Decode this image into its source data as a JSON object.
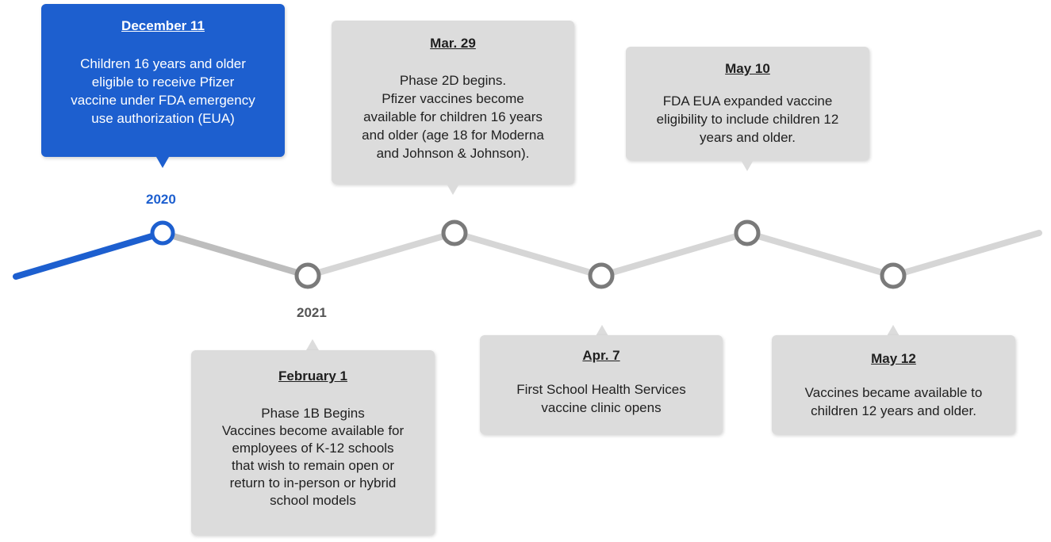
{
  "colors": {
    "highlight": "#1d5fcf",
    "card_bg": "#dcdcdc",
    "line_gray": "#d6d6d6",
    "line_dark": "#bdbdbd",
    "node_gray": "#7a7a7a"
  },
  "years": [
    {
      "label": "2020",
      "color": "#1d5fcf"
    },
    {
      "label": "2021",
      "color": "#555555"
    }
  ],
  "events": [
    {
      "date": "December 11",
      "desc": "Children 16 years and older\neligible to receive Pfizer\nvaccine under FDA emergency\nuse authorization (EUA)",
      "highlight": true
    },
    {
      "date": "February 1",
      "desc": "Phase 1B Begins\nVaccines become available for\nemployees of K-12 schools\nthat wish to remain open or\nreturn to in-person or hybrid\nschool models",
      "highlight": false
    },
    {
      "date": "Mar. 29",
      "desc": "Phase 2D begins.\nPfizer vaccines become\navailable for children 16 years\nand older (age 18 for Moderna\nand Johnson & Johnson).",
      "highlight": false
    },
    {
      "date": "Apr. 7",
      "desc": "First School Health Services\nvaccine clinic opens",
      "highlight": false
    },
    {
      "date": "May 10",
      "desc": "FDA EUA expanded vaccine\neligibility to include children 12\nyears and older.",
      "highlight": false
    },
    {
      "date": "May 12",
      "desc": "Vaccines became available to\nchildren 12 years and older.",
      "highlight": false
    }
  ]
}
